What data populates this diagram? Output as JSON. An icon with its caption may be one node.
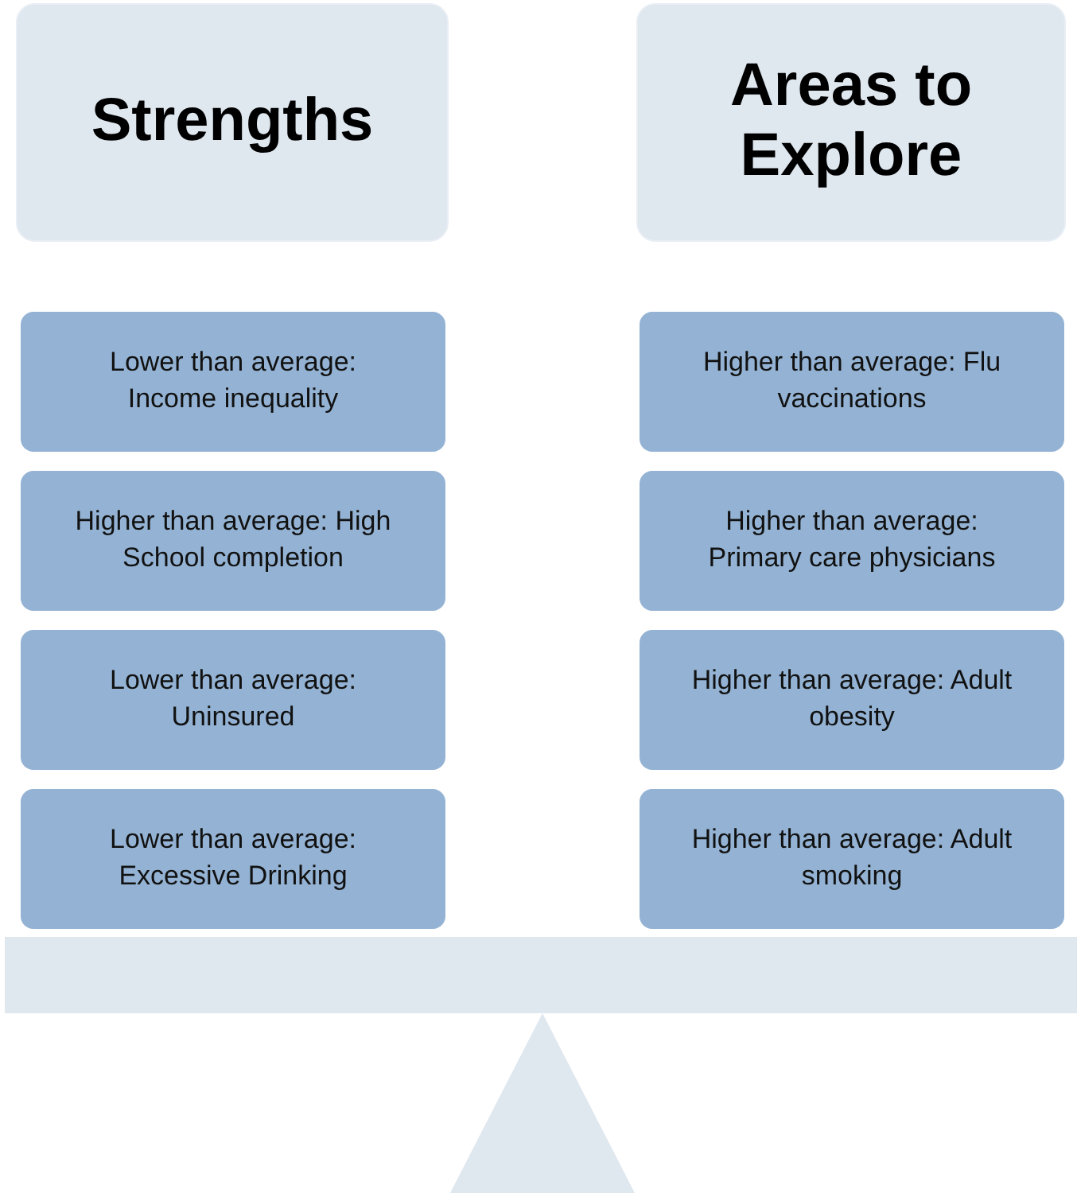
{
  "diagram": {
    "nodes": [
      {
        "text": [
          "Strengths"
        ]
      },
      {
        "text": [
          "Areas to Explore"
        ]
      },
      {
        "text": [
          "Lower than average: Income inequality"
        ]
      },
      {
        "text": [
          "Higher than average: High School completion"
        ]
      },
      {
        "text": [
          "Lower than average: Uninsured"
        ]
      },
      {
        "text": [
          "Lower than average: Excessive Drinking"
        ]
      },
      {
        "text": [
          "Higher than average: Flu vaccinations"
        ]
      },
      {
        "text": [
          "Higher than average: Primary care physicians"
        ]
      },
      {
        "text": [
          "Higher than average: Adult obesity"
        ]
      },
      {
        "text": [
          "Higher than average: Adult smoking"
        ]
      },
      {
        "text": [],
        "shape": "bar"
      },
      {
        "text": [],
        "shape": "triangle"
      }
    ]
  }
}
